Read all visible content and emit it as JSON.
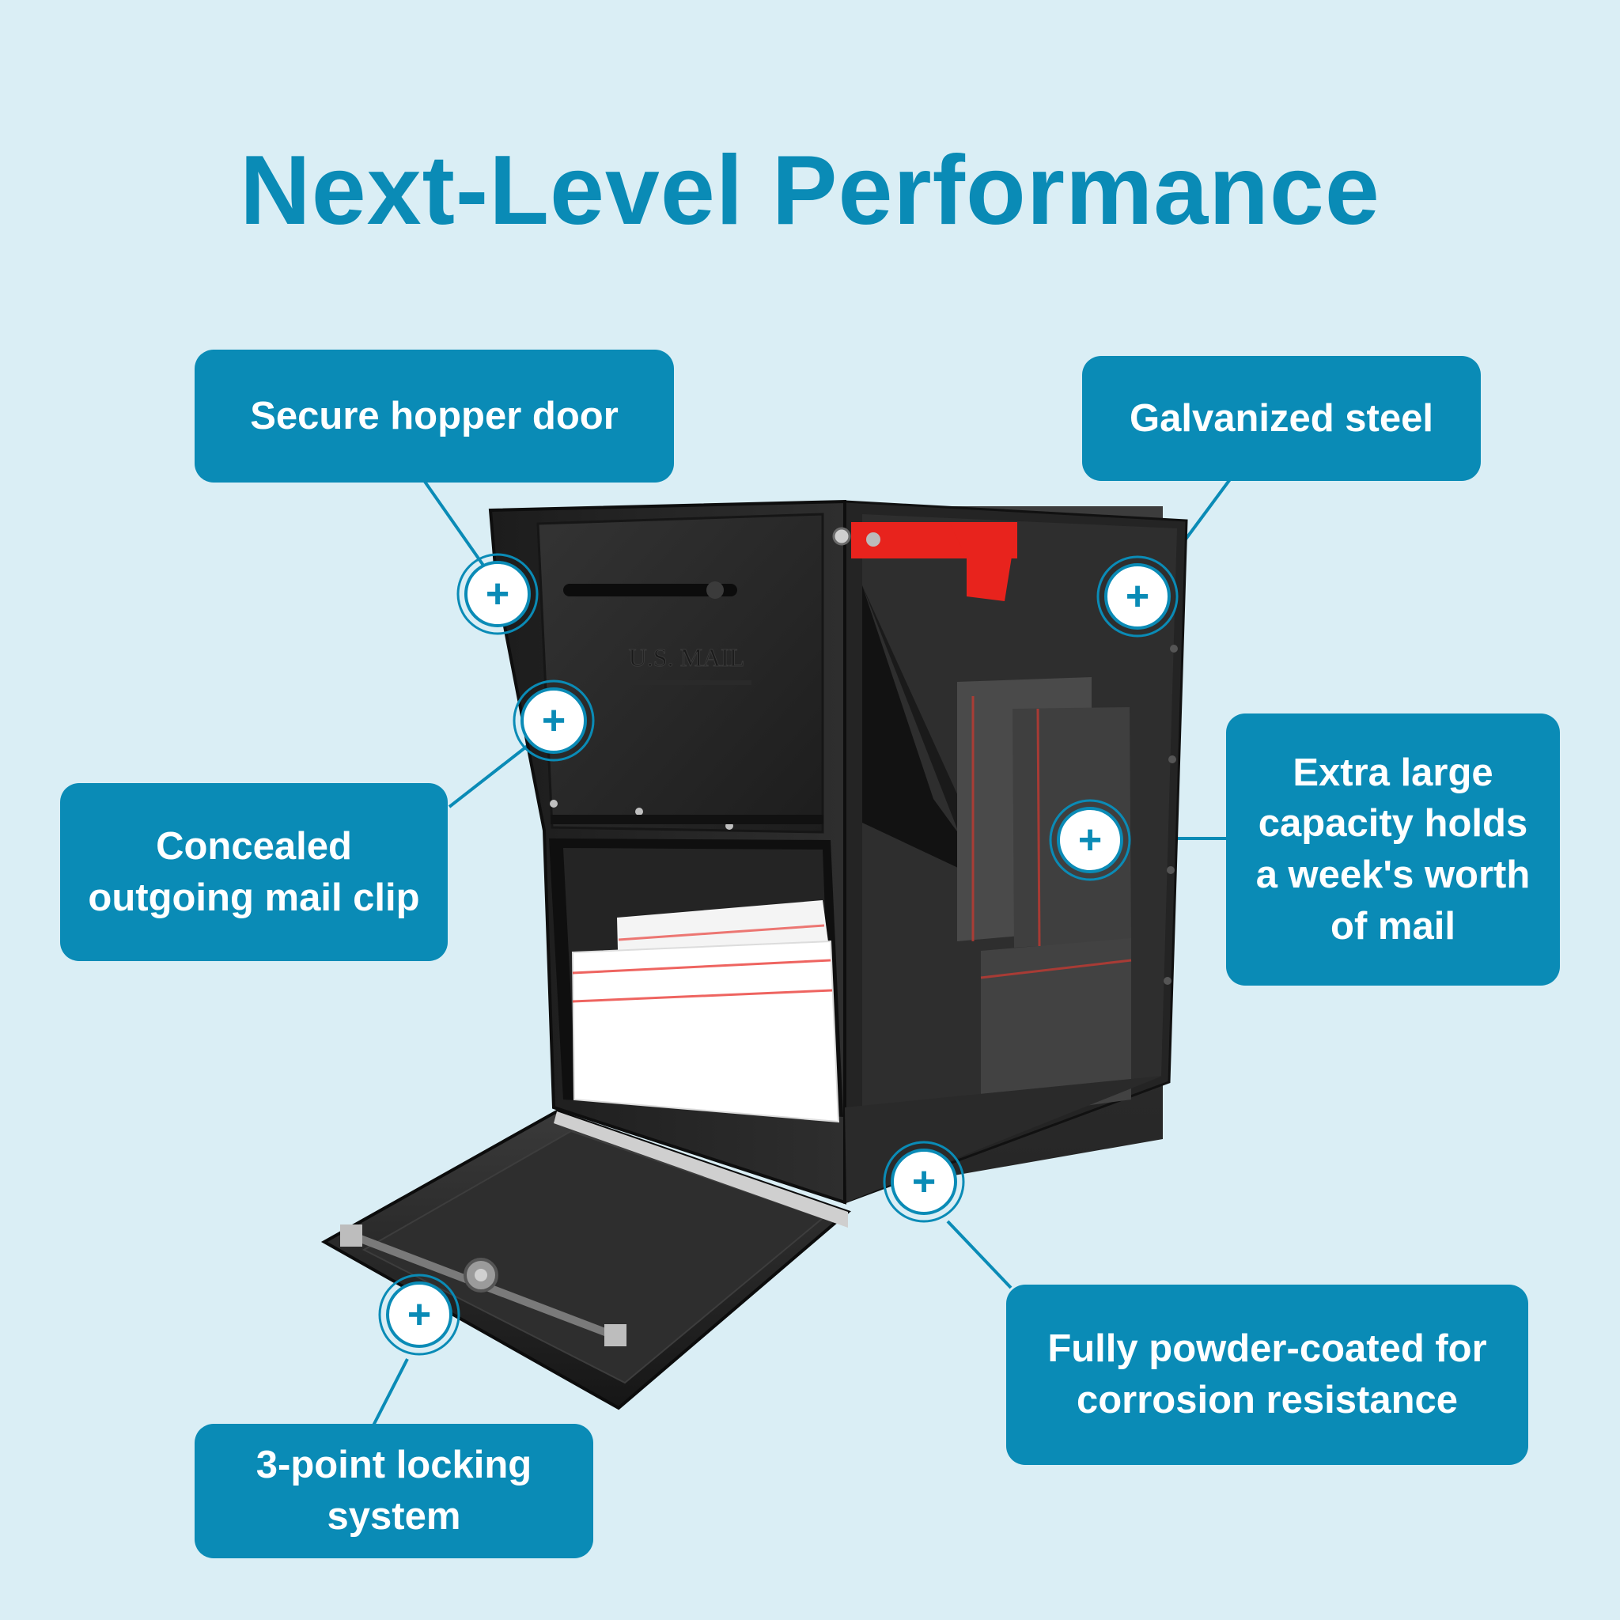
{
  "title": "Next-Level Performance",
  "colors": {
    "background": "#daeef5",
    "accent": "#0a8bb6",
    "mailbox_body": "#2b2b2b",
    "flag": "#e8231d",
    "hotspot_fill": "#ffffff"
  },
  "hotspot_icon": "plus-icon",
  "hotspot_symbol": "+",
  "mailbox_door_text": "U.S. MAIL",
  "features": {
    "hopper": "Secure hopper door",
    "galvanized": "Galvanized steel",
    "clip": "Concealed outgoing mail clip",
    "capacity": "Extra large capacity holds a week's worth of mail",
    "powder": "Fully powder-coated for corrosion resistance",
    "locking": "3-point locking system"
  }
}
